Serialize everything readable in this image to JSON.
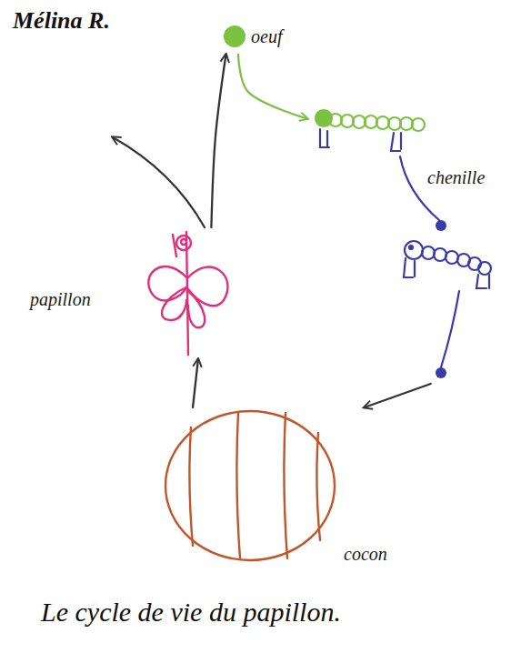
{
  "diagram": {
    "caption": "Le cycle de vie du papillon.",
    "nodes": [
      {
        "text": [
          "oeuf"
        ]
      },
      {
        "text": [
          "chenille"
        ]
      },
      {
        "text": [
          "papillon"
        ]
      },
      {
        "text": [
          "cocon"
        ]
      }
    ],
    "edges": [
      {
        "from": 0,
        "to": 1,
        "arrow": "to"
      },
      {
        "from": 1,
        "to": 3,
        "arrow": "to"
      },
      {
        "from": 3,
        "to": 2,
        "arrow": "to"
      },
      {
        "from": 2,
        "to": 0,
        "arrow": "to"
      }
    ],
    "labels": [
      "Mélina R."
    ]
  }
}
